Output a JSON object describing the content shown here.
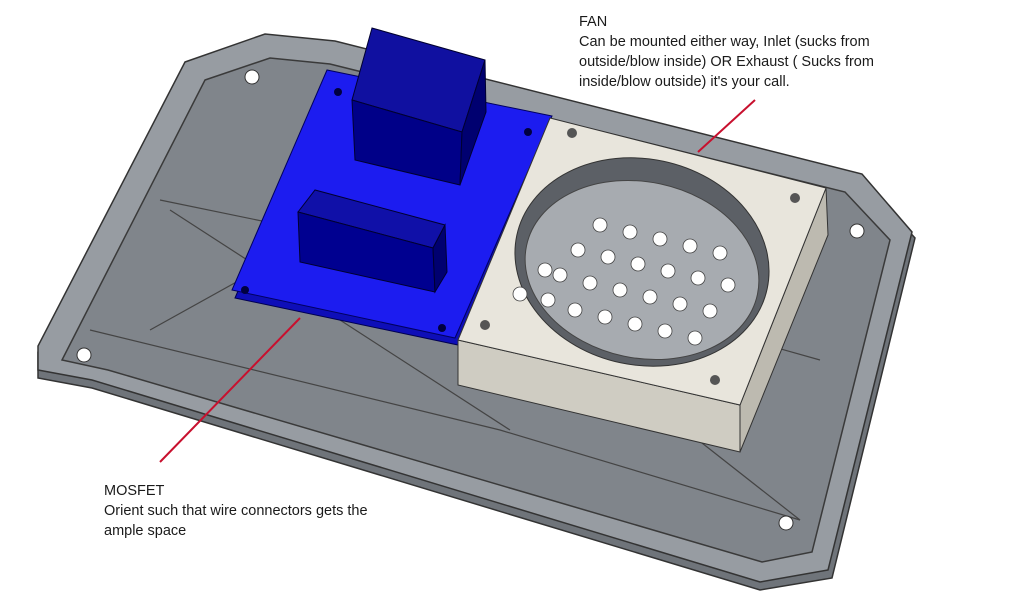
{
  "annotations": {
    "fan": {
      "title": "FAN",
      "lines": [
        "Can be mounted either way, Inlet (sucks from",
        "outside/blow inside) OR Exhaust ( Sucks from",
        "inside/blow outside) it's your call."
      ]
    },
    "mosfet": {
      "title": "MOSFET",
      "lines": [
        "Orient such that wire connectors gets the",
        "ample space"
      ]
    }
  },
  "colors": {
    "leader_line": "#c8102e",
    "plate": "#8e9399",
    "pcb": "#1414e0",
    "fan_housing": "#e6e3da"
  }
}
